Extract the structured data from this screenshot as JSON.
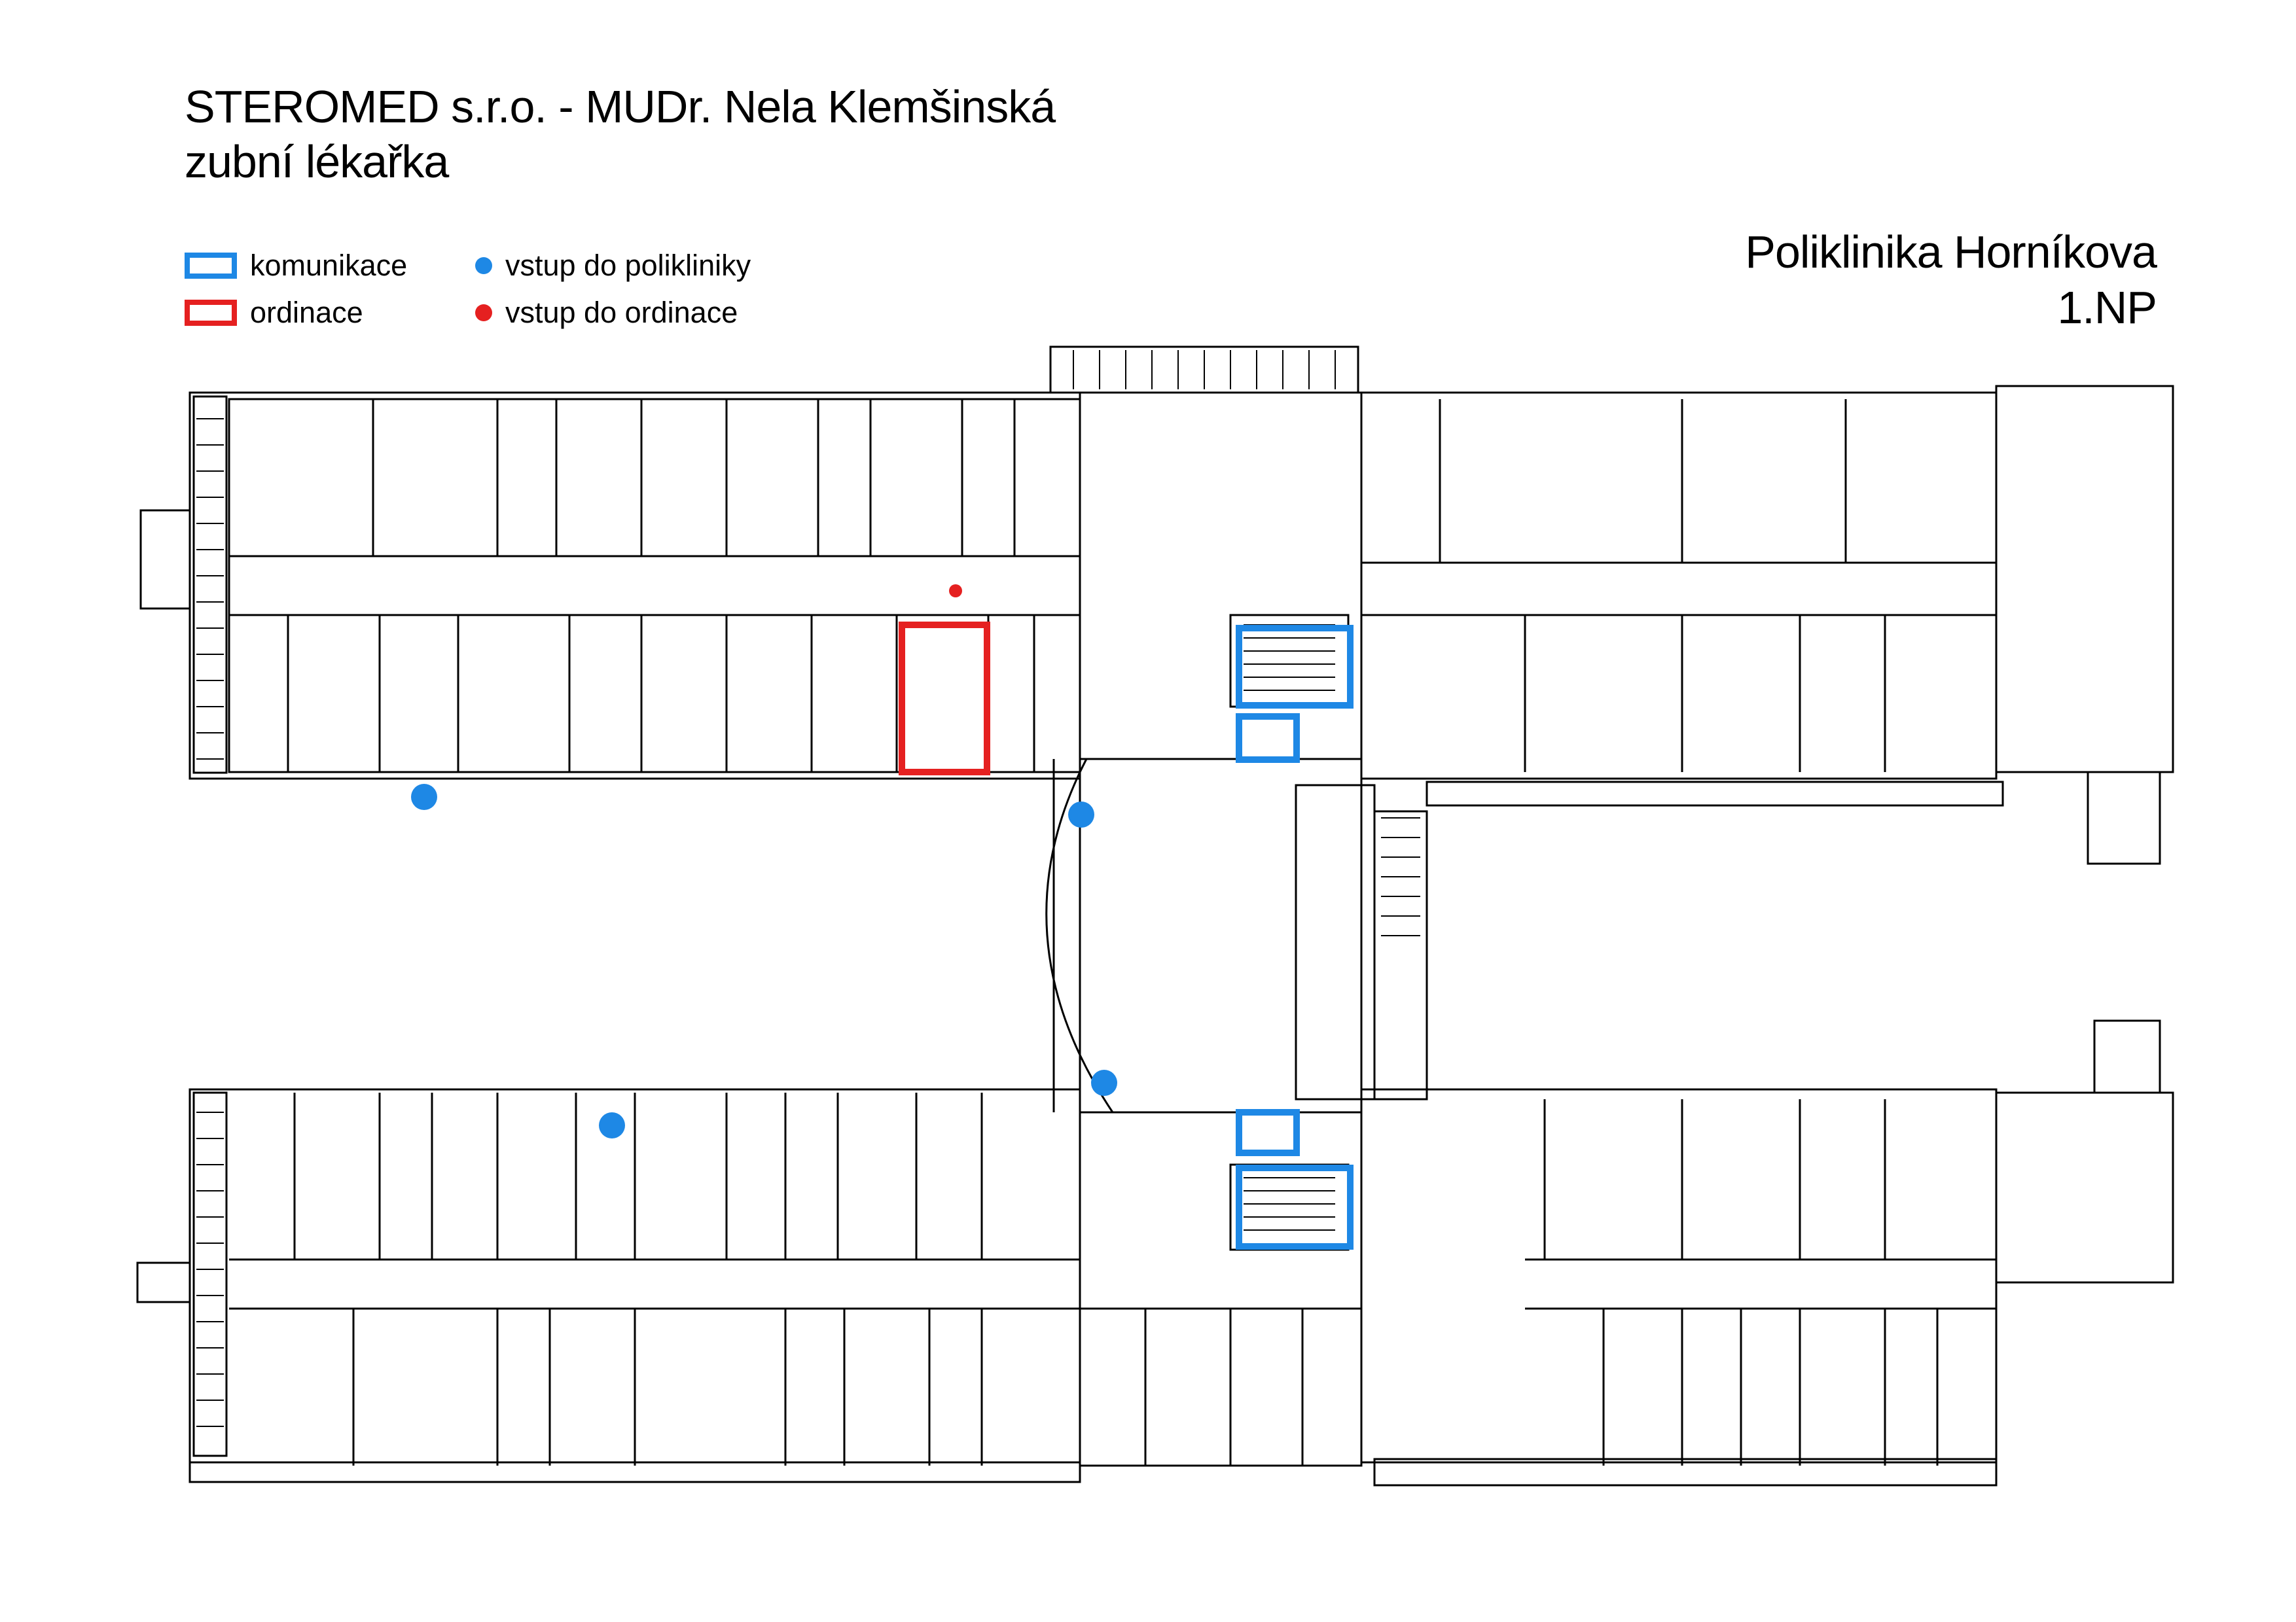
{
  "header": {
    "line1": "STEROMED s.r.o. - MUDr. Nela Klemšinská",
    "line2": "zubní lékařka"
  },
  "location": {
    "name": "Poliklinika Horníkova",
    "floor": "1.NP"
  },
  "legend": {
    "communication": {
      "label": "komunikace",
      "color": "#1e88e5",
      "icon": "blue-rectangle-outline"
    },
    "office": {
      "label": "ordinace",
      "color": "#e52020",
      "icon": "red-rectangle-outline"
    },
    "entrance_clinic": {
      "label": "vstup do polikliniky",
      "color": "#1e88e5",
      "icon": "blue-dot"
    },
    "entrance_office": {
      "label": "vstup do ordinace",
      "color": "#e52020",
      "icon": "red-dot"
    }
  }
}
